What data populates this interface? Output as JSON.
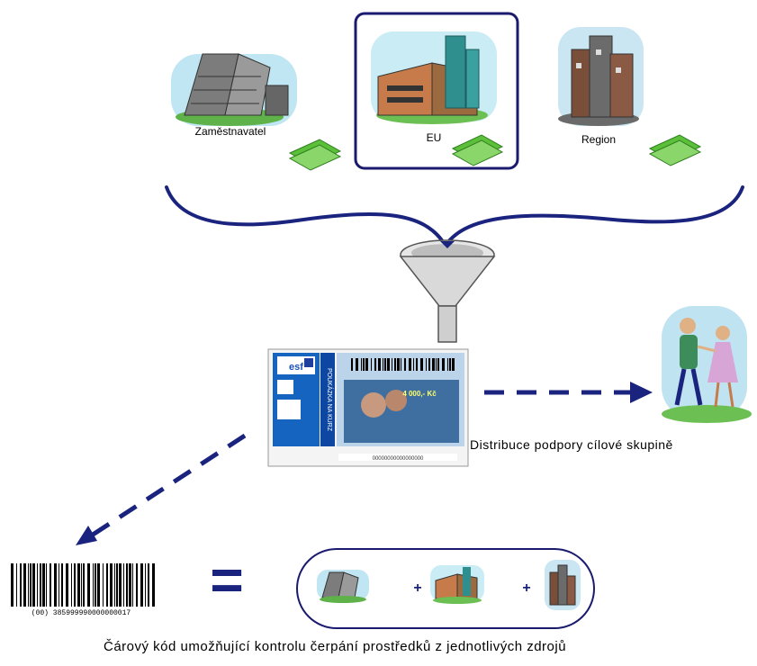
{
  "sources": [
    {
      "label": "Zaměstnavatel",
      "icon": "office-building-icon"
    },
    {
      "label": "EU",
      "icon": "eu-building-icon"
    },
    {
      "label": "Region",
      "icon": "city-buildings-icon"
    }
  ],
  "voucher": {
    "logo_text": "esf",
    "vertical_text": "POUKÁZKA NA KURZ",
    "amount": "4 000,- Kč",
    "barcode_text": "00000000000000000"
  },
  "distribution_label": "Distribuce podpory cílové skupině",
  "barcode_number": "(00) 385999990000000017",
  "equals_symbol": "=",
  "plus_symbol": "+",
  "bottom_caption": "Čárový kód umožňující kontrolu čerpání prostředků z jednotlivých zdrojů",
  "colors": {
    "flow": "#1a237e",
    "money": "#5bbf3a",
    "frame": "#1a1a6e"
  }
}
